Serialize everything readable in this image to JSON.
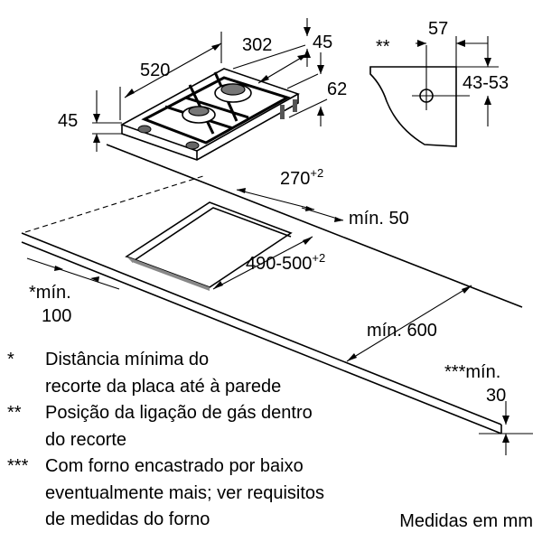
{
  "dimensions": {
    "cooktop_width": "520",
    "cooktop_depth": "302",
    "front_height": "45",
    "top_offset": "45",
    "side_depth": "62",
    "cutout_depth": "270",
    "cutout_depth_tol": "+2",
    "cutout_width": "490-500",
    "cutout_width_tol": "+2",
    "min_back": "mín. 50",
    "min_front": "mín. 600",
    "min_wall_a": "*mín.",
    "min_wall_b": "100",
    "min_oven_a": "***mín.",
    "min_oven_b": "30"
  },
  "detail": {
    "marker": "**",
    "width": "57",
    "height": "43-53"
  },
  "notes": [
    {
      "mark": "*",
      "lines": [
        "Distância mínima do",
        "recorte da placa até à parede"
      ]
    },
    {
      "mark": "**",
      "lines": [
        "Posição da ligação de gás dentro",
        "do recorte"
      ]
    },
    {
      "mark": "***",
      "lines": [
        "Com forno encastrado por baixo",
        "eventualmente mais; ver requisitos",
        "de medidas do forno"
      ]
    }
  ],
  "units": "Medidas em mm"
}
